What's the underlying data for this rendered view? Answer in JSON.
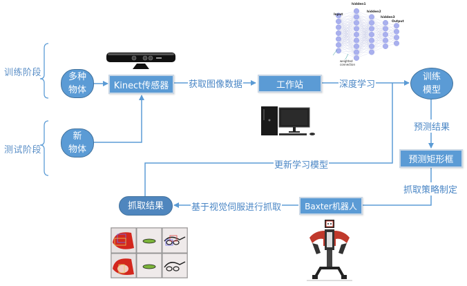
{
  "stages": {
    "training": "训练阶段",
    "testing": "测试阶段"
  },
  "nodes": {
    "objects_multi": [
      "多种",
      "物体"
    ],
    "objects_new": [
      "新",
      "物体"
    ],
    "kinect": "Kinect传感器",
    "workstation": "工作站",
    "train_model": [
      "训练",
      "模型"
    ],
    "predict_box": "预测矩形框",
    "baxter": "Baxter机器人",
    "grasp_result": "抓取结果"
  },
  "edges": {
    "get_image": "获取图像数据",
    "deep_learning": "深度学习",
    "predict_result": "预测结果",
    "grasp_strategy": "抓取策略制定",
    "visual_servo": "基于视觉伺服进行抓取",
    "update_model": "更新学习模型"
  },
  "nn_figure": {
    "layers": [
      "Input",
      "hidden1",
      "hidden2",
      "hidden3",
      "Output"
    ],
    "caption": [
      "weighted",
      "connection"
    ]
  },
  "colors": {
    "node_fill": "#5b9bd5",
    "node_dark": "#41719c",
    "line": "#5b9bd5",
    "text_blue": "#4a86c5"
  }
}
